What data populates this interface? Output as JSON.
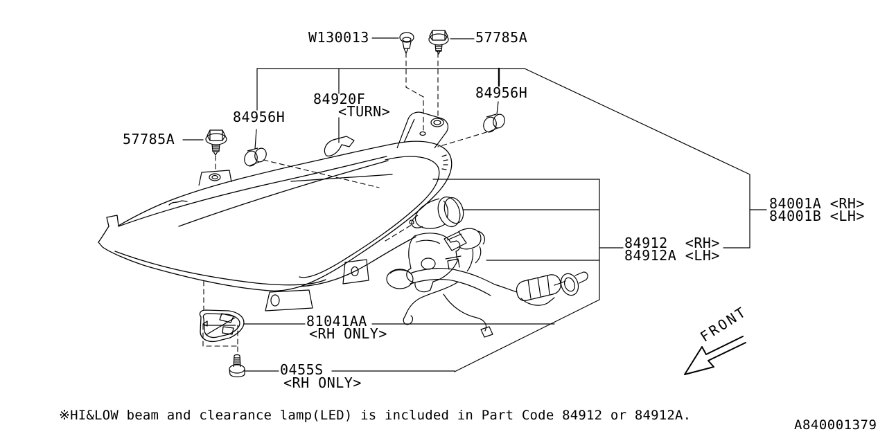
{
  "diagram": {
    "title_implicit": "Headlamp parts diagram",
    "drawing_code": "A840001379",
    "footnote": "※HI&LOW beam and clearance lamp(LED) is included in Part Code 84912 or 84912A.",
    "orientation": {
      "front": "FRONT"
    },
    "labels": {
      "pin_clip": "W130013",
      "screw_top": "57785A",
      "screw_left": "57785A",
      "turn_clip": "84920F",
      "turn_clip_note": "<TURN>",
      "grommet_left": "84956H",
      "grommet_right": "84956H",
      "assy_rh": "84001A <RH>",
      "assy_lh": "84001B <LH>",
      "cord_rh": "84912  <RH>",
      "cord_lh": "84912A <LH>",
      "cover": "81041AA",
      "cover_note": "<RH ONLY>",
      "tap_screw": "0455S",
      "tap_screw_note": "<RH ONLY>"
    },
    "colors": {
      "line": "#000000",
      "background": "#ffffff"
    }
  }
}
